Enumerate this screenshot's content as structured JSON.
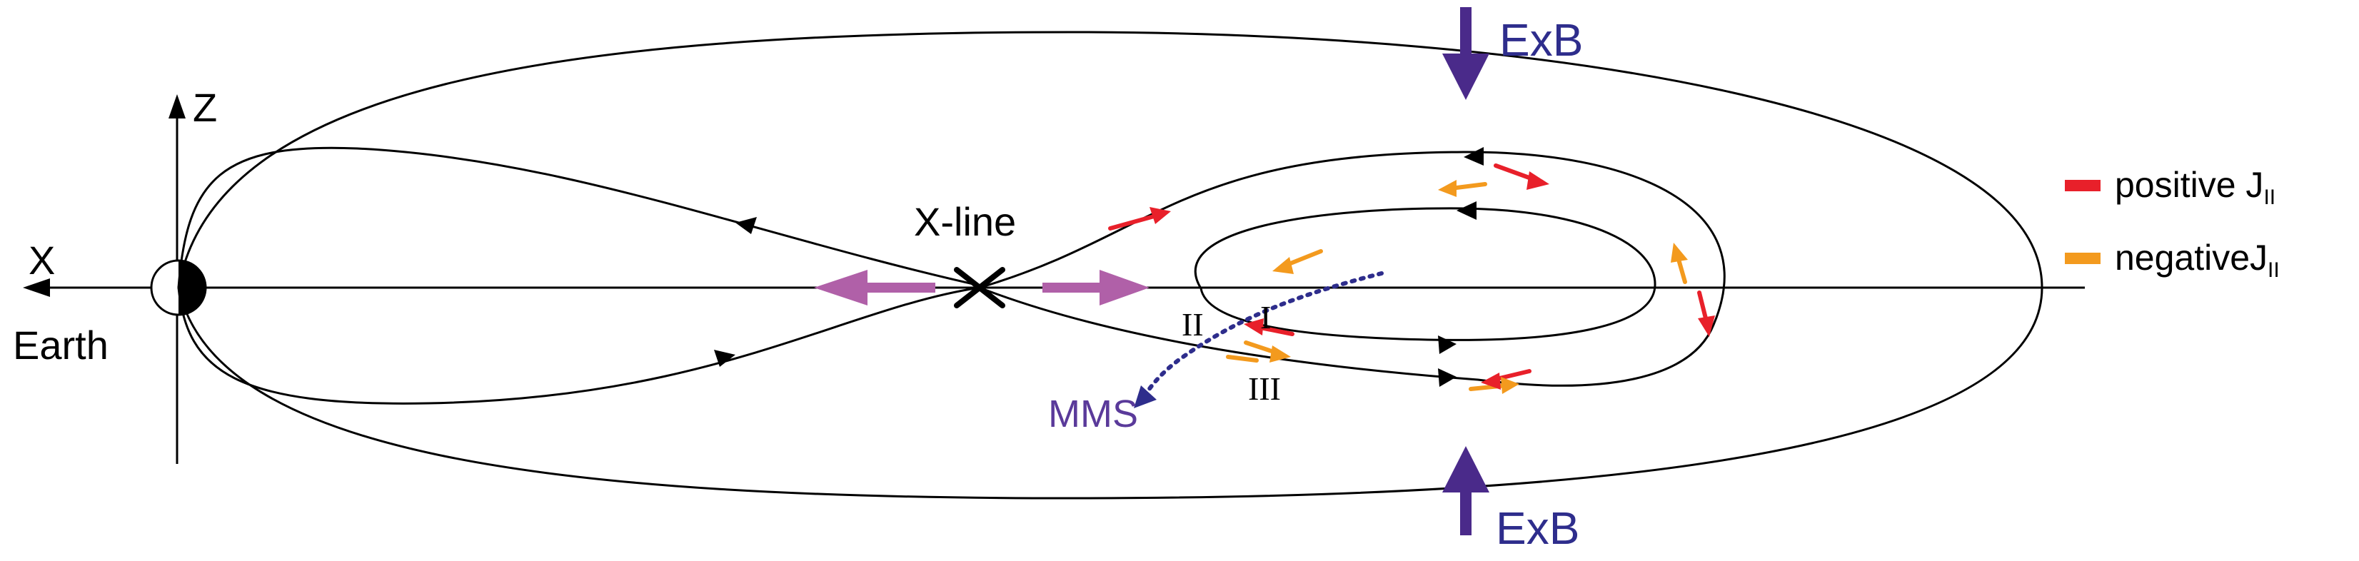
{
  "labels": {
    "x_axis": "X",
    "z_axis": "Z",
    "earth": "Earth",
    "x_line": "X-line",
    "exb_top": "ExB",
    "exb_bottom": "ExB",
    "mms": "MMS",
    "region_1": "I",
    "region_2": "II",
    "region_3": "III"
  },
  "legend": {
    "positive": {
      "text": "positive J",
      "subscript": "II",
      "color": "#e8202a"
    },
    "negative": {
      "text": "negativeJ",
      "subscript": "II",
      "color": "#f39a1e"
    }
  },
  "colors": {
    "field_lines": "#000000",
    "exb_arrow": "#4a2a8a",
    "exb_text": "#2e2d8c",
    "outflow_arrow": "#b060a8",
    "mms_track": "#2e2d8c",
    "mms_text": "#5a3a9a",
    "earth_dark": "#000000"
  }
}
